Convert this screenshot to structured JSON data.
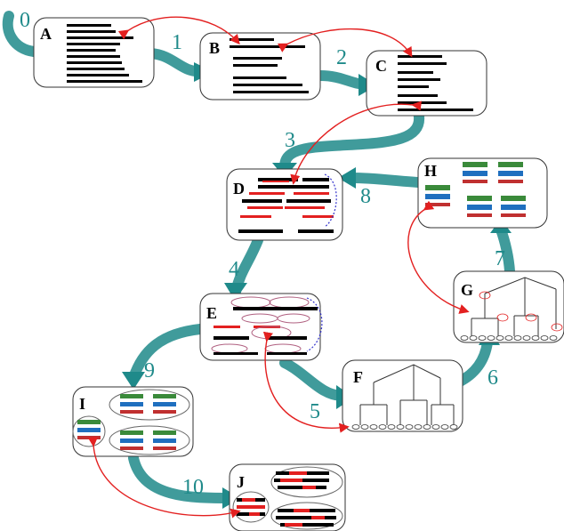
{
  "panels": [
    {
      "label": "A"
    },
    {
      "label": "B"
    },
    {
      "label": "C"
    },
    {
      "label": "D"
    },
    {
      "label": "E"
    },
    {
      "label": "F"
    },
    {
      "label": "G"
    },
    {
      "label": "H"
    },
    {
      "label": "I"
    },
    {
      "label": "J"
    }
  ],
  "steps": [
    "0",
    "1",
    "2",
    "3",
    "4",
    "5",
    "6",
    "7",
    "8",
    "9",
    "10"
  ],
  "colors": {
    "flow_arrow": "#1f8a8a",
    "link_arrow": "#e32020",
    "text_bar": "#000000",
    "highlight_bar": "#e32020",
    "loop_dots": "#3333cc",
    "ring": "#b06080",
    "motif_green": "#3a8a3a",
    "motif_blue": "#1f6fbf",
    "motif_red": "#c03030"
  }
}
